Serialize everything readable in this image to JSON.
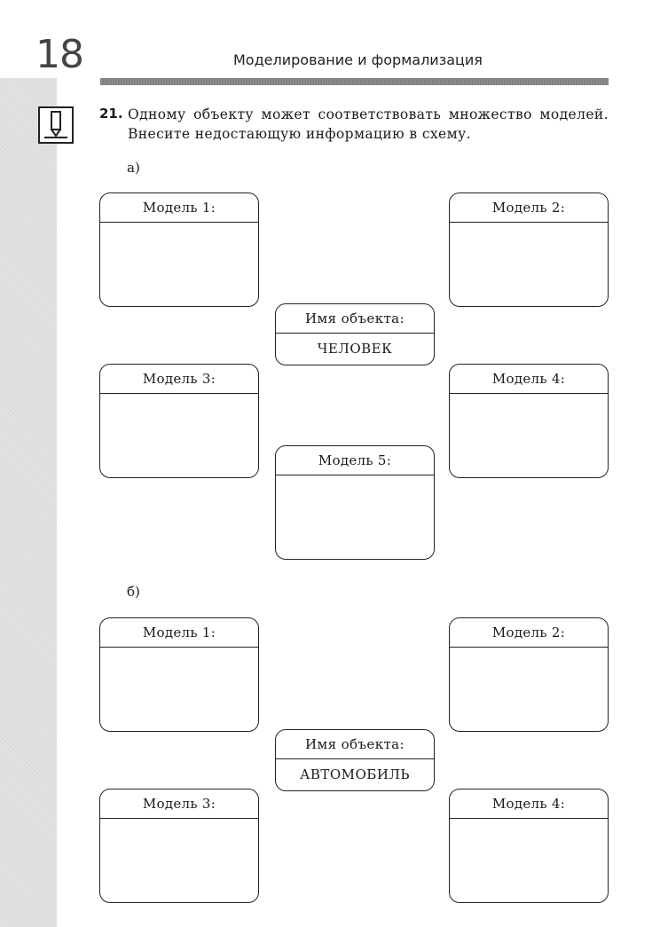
{
  "header": {
    "page_number": "18",
    "title": "Моделирование и формализация"
  },
  "task": {
    "icon": "pencil-task-icon",
    "number": "21.",
    "text": "Одному объекту может соответствовать множество моделей. Внесите недостающую информацию в схему."
  },
  "part_a": {
    "label": "а)",
    "object_label": "Имя объекта:",
    "object_value": "ЧЕЛОВЕК",
    "models": [
      "Модель 1:",
      "Модель 2:",
      "Модель 3:",
      "Модель 4:",
      "Модель 5:"
    ]
  },
  "part_b": {
    "label": "б)",
    "object_label": "Имя объекта:",
    "object_value": "АВТОМОБИЛЬ",
    "models": [
      "Модель 1:",
      "Модель 2:",
      "Модель 3:",
      "Модель 4:"
    ]
  }
}
